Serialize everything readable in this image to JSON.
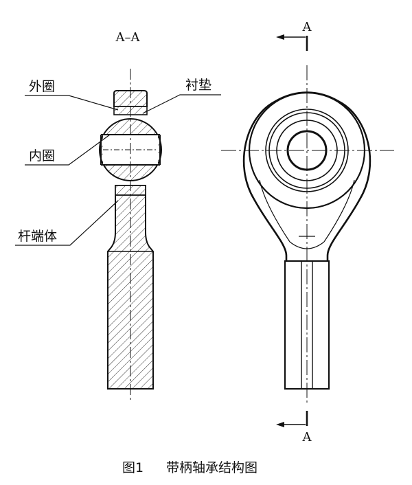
{
  "figure": {
    "section_label": "A–A",
    "view_marker_top": "A",
    "view_marker_bottom": "A",
    "labels": {
      "outer_ring": "外圈",
      "liner": "衬垫",
      "inner_ring": "内圈",
      "rod_end_body": "杆端体"
    },
    "caption": {
      "number": "图1",
      "title": "带柄轴承结构图"
    }
  },
  "colors": {
    "ink": "#111111",
    "hatch": "#333333",
    "background": "#ffffff"
  }
}
